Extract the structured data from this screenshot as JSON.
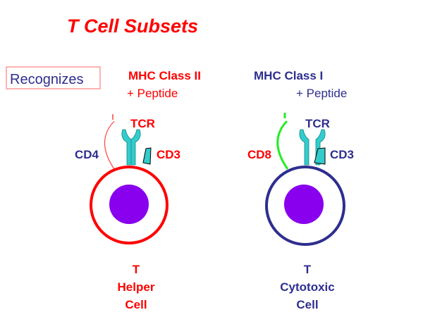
{
  "title": "T Cell Subsets",
  "recognizes_label": "Recognizes",
  "colors": {
    "red": "#ff0000",
    "navy": "#2e2e8f",
    "green": "#22ee22",
    "teal": "#33cccc",
    "purple": "#8800ee"
  },
  "helper": {
    "mhc_line1": "MHC Class II",
    "mhc_line2": "+ Peptide",
    "tcr": "TCR",
    "coreceptor": "CD4",
    "cd3": "CD3",
    "name_lines": [
      "T",
      "Helper",
      "Cell"
    ]
  },
  "cytotoxic": {
    "mhc_line1": "MHC Class I",
    "mhc_line2": "+ Peptide",
    "tcr": "TCR",
    "coreceptor": "CD8",
    "cd3": "CD3",
    "name_lines": [
      "T",
      "Cytotoxic",
      "Cell"
    ]
  }
}
